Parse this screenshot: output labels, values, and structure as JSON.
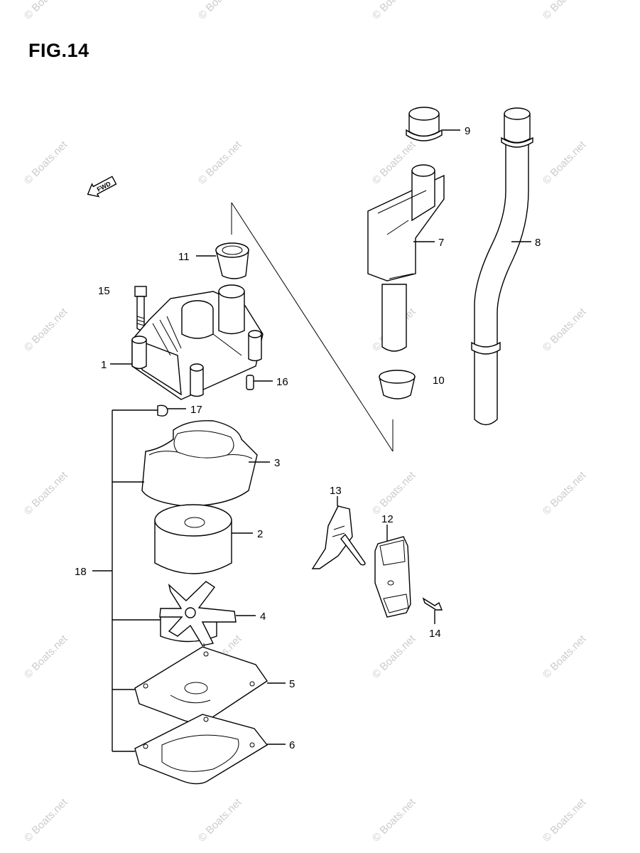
{
  "figure": {
    "title": "FIG.14",
    "watermark": "© Boats.net",
    "fwd_badge": "FWD"
  },
  "callouts": {
    "c1": "1",
    "c2": "2",
    "c3": "3",
    "c4": "4",
    "c5": "5",
    "c6": "6",
    "c7": "7",
    "c8": "8",
    "c9": "9",
    "c10": "10",
    "c11": "11",
    "c12": "12",
    "c13": "13",
    "c14": "14",
    "c15": "15",
    "c16": "16",
    "c17": "17",
    "c18": "18"
  }
}
